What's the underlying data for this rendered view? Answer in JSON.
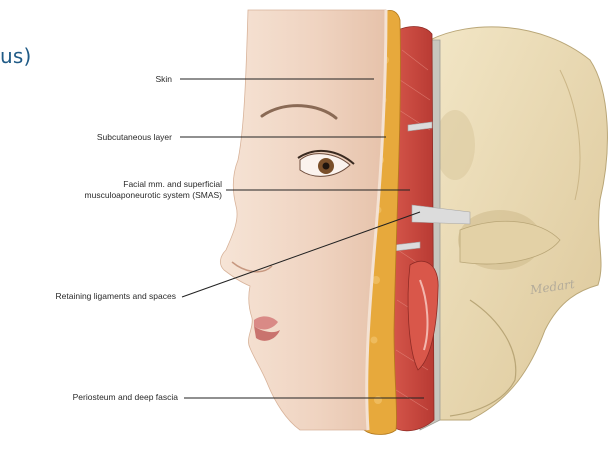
{
  "header": {
    "fragment": "us)"
  },
  "labels": {
    "skin": "Skin",
    "subcutaneous": "Subcutaneous layer",
    "smas_line1": "Facial mm. and superficial",
    "smas_line2": "musculoaponeurotic system (SMAS)",
    "retaining": "Retaining ligaments and spaces",
    "periosteum": "Periosteum and deep fascia"
  },
  "watermark": "Medart",
  "colors": {
    "skin": "#f1d8c6",
    "fat": "#e7a93c",
    "muscle": "#c9473f",
    "bone": "#ecdcb2",
    "fascia": "#c7c6be",
    "leader": "#222222",
    "header": "#1f5a86"
  }
}
